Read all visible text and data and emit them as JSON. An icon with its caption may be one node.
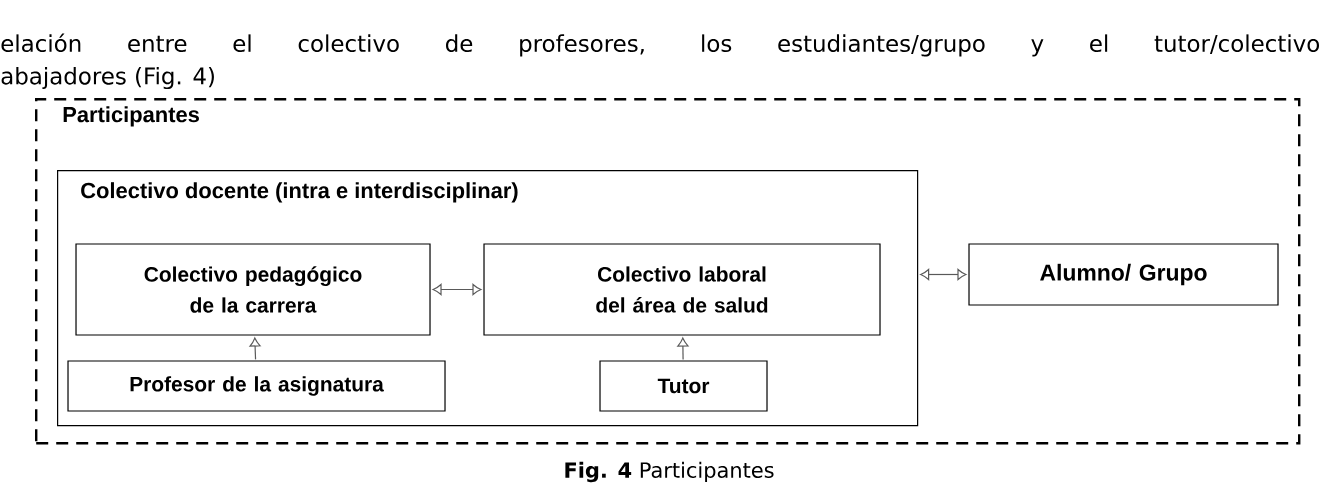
{
  "diagram": {
    "caption": "**Fig. 4** Participantes",
    "nodes": [
      {
        "text": [
          "Participantes"
        ]
      },
      {
        "text": [
          "Colectivo docente (intra e interdisciplinar)"
        ],
        "in": 0
      },
      {
        "text": [
          "Colectivo pedagógico de la carrera"
        ],
        "in": 1
      },
      {
        "text": [
          "Colectivo laboral del área de salud"
        ],
        "in": 1
      },
      {
        "text": [
          "Profesor de la asignatura"
        ],
        "in": 1
      },
      {
        "text": [
          "Tutor"
        ],
        "in": 1
      },
      {
        "text": [
          "Alumno/ Grupo"
        ],
        "in": 0
      }
    ],
    "edges": [
      {
        "from": 2,
        "to": 3,
        "arrow": "both"
      },
      {
        "from": 4,
        "to": 2,
        "arrow": "to"
      },
      {
        "from": 5,
        "to": 3,
        "arrow": "to"
      },
      {
        "from": 1,
        "to": 6,
        "arrow": "both"
      }
    ],
    "labels": [
      "elación entre el colectivo de profesores, los estudiantes/grupo y el tutor/colectivo",
      "abajadores (Fig. 4)"
    ]
  }
}
